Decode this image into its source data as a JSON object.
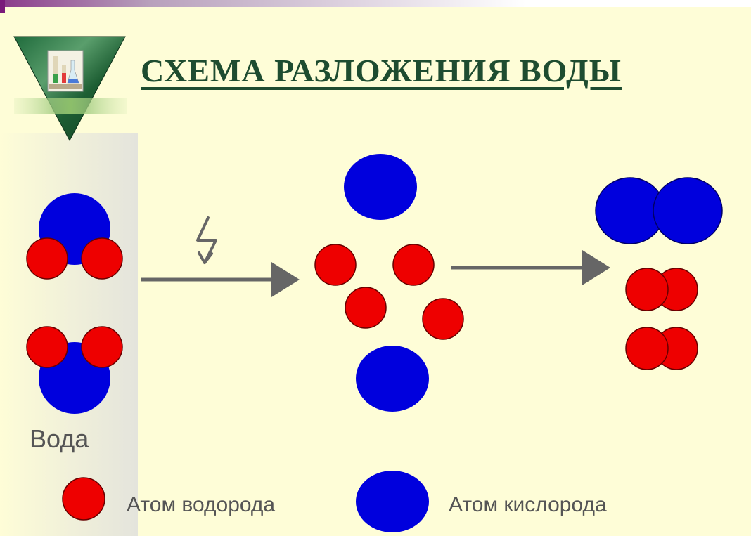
{
  "slide": {
    "title": "СХЕМА РАЗЛОЖЕНИЯ ВОДЫ",
    "water_label": "Вода"
  },
  "legend": {
    "hydrogen_label": "Атом водорода",
    "oxygen_label": "Атом кислорода"
  },
  "colors": {
    "hydrogen": "#ee0000",
    "oxygen": "#0000dd",
    "arrow": "#666666",
    "background": "#fefdd7",
    "title": "#1e4c30"
  },
  "icons": [
    "lightning-icon",
    "lab-flasks-icon",
    "green-triangle-logo"
  ]
}
